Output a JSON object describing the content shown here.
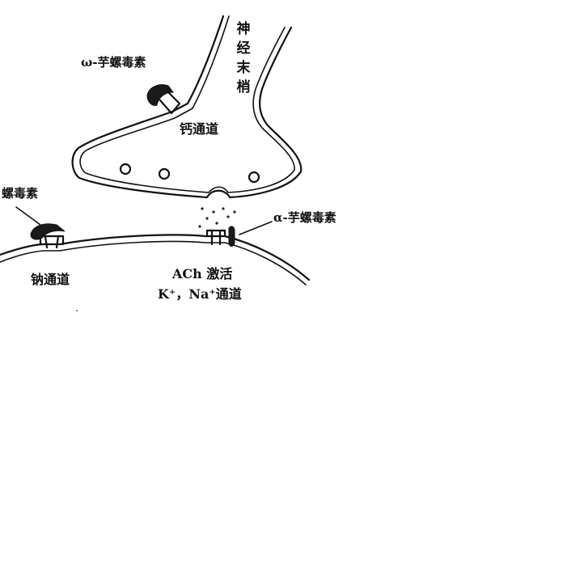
{
  "labels": {
    "nerve_terminal": "神经末梢",
    "omega_conotoxin": "ω-芋螺毒素",
    "calcium_channel": "钙通道",
    "conotoxin_left": "螺毒素",
    "alpha_conotoxin": "α-芋螺毒素",
    "sodium_channel": "钠通道",
    "ach_activated": "ACh 激活",
    "k_na_channel": "K⁺，Na⁺通道"
  }
}
